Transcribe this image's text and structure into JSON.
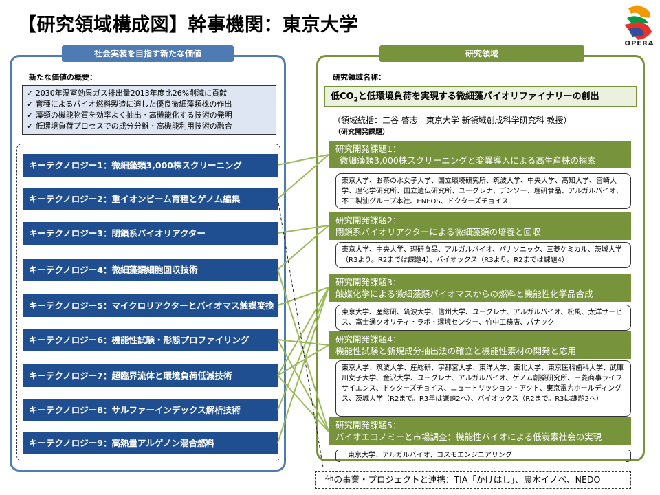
{
  "title": "【研究領域構成図】幹事機関：東京大学",
  "logo": {
    "text": "OPERA",
    "colors": [
      "#e6332a",
      "#f39800",
      "#2e4e9e",
      "#009944"
    ]
  },
  "left_panel": {
    "tab": "社会実装を目指す新たな価値",
    "overview_label": "新たな価値の概要：",
    "values": [
      "2030年温室効果ガス排出量2013年度比26%削減に貢献",
      "育種によるバイオ燃料製造に適した優良微細藻類株の作出",
      "藻類の機能物質を効率よく抽出・高機能化する技術の発明",
      "低環境負荷プロセスでの成分分離・高機能利用技術の融合"
    ],
    "check_glyph": "✓",
    "key_technologies": [
      "キーテクノロジー1：微細藻類3,000株スクリーニング",
      "キーテクノロジー2：重イオンビーム育種とゲノム編集",
      "キーテクノロジー3：閉鎖系バイオリアクター",
      "キーテクノロジー4：微細藻類細胞回収技術",
      "キーテクノロジー5：マイクロリアクターとバイオマス触媒変換",
      "キーテクノロジー6：機能性試験・形態プロファイリング",
      "キーテクノロジー7：超臨界流体と環境負荷低減技術",
      "キーテクノロジー8：サルファーインデックス解析技術",
      "キーテクノロジー9：高熱量アルゲノン混合燃料"
    ]
  },
  "right_panel": {
    "tab": "研究領域",
    "name_label": "研究領域名称：",
    "name_part1": "低CO",
    "name_sub": "2",
    "name_part2": "と低環境負荷を実現する微細藻バイオリファイナリーの創出",
    "leader": "（領域統括：三谷 啓志　東京大学 新領域創成科学研究科 教授）",
    "leader_note": "（研究開発課題）",
    "tasks": [
      {
        "title": "研究開発課題1：",
        "subtitle": "微細藻類3,000株スクリーニングと変異導入による高生産株の探索",
        "institutions": "東京大学、お茶の水女子大学、国立環境研究所、筑波大学、中央大学、高知大学、宮崎大学、理化学研究所、国立遺伝研究所、ユーグレナ、デンソー、理研食品、アルガルバイオ、不二製油グループ本社、ENEOS、ドクターズチョイス"
      },
      {
        "title": "研究開発課題2：",
        "subtitle": "閉鎖系バイオリアクターによる微細藻類の培養と回収",
        "institutions": "東京大学、中央大学、理研食品、アルガルバイオ、パナソニック、三菱ケミカル、茨城大学（R3より。R2までは課題4）、バイオックス（R3より。R2までは課題4）"
      },
      {
        "title": "研究開発課題3：",
        "subtitle": "触媒化学による微細藻類バイオマスからの燃料と機能性化学品合成",
        "institutions": "東京大学、産総研、筑波大学、信州大学、ユーグレナ、アルガルバイオ、松風、太洋サービス、富士通クオリティ・ラボ・環境センター、竹中工務店、パナック"
      },
      {
        "title": "研究開発課題4：",
        "subtitle": "機能性試験と新規成分抽出法の確立と機能性素材の開発と応用",
        "institutions": "東京大学、筑波大学、産総研、宇都宮大学、東洋大学、東北大学、東京医科歯科大学、武庫川女子大学、金沢大学、ユーグレナ、アルガルバイオ、ゲノム創薬研究所、三菱商事ライフサイエンス、ドクターズチョイス、ニュートリッション・アクト、東京電力ホールディングス、茨城大学（R2まで。R3年は課題2へ）、バイオックス（R2まで。R3は課題2へ）"
      },
      {
        "title": "研究開発課題5：",
        "subtitle": "バイオエコノミーと市場調査：機能性バイオによる低炭素社会の実現",
        "institutions": "東京大学、アルガルバイオ、コスモエンジニアリング"
      }
    ],
    "collaboration": "他の事業・プロジェクトと連携：TIA「かけはし」、農水イノベ、NEDO"
  },
  "colors": {
    "left_accent": "#4f7bb5",
    "key_tech_fill": "#1f4f91",
    "right_accent": "#77933c",
    "value_box_fill": "#dde6f2",
    "name_box_fill": "#ebf1de",
    "link_line": "#9bbb59"
  }
}
